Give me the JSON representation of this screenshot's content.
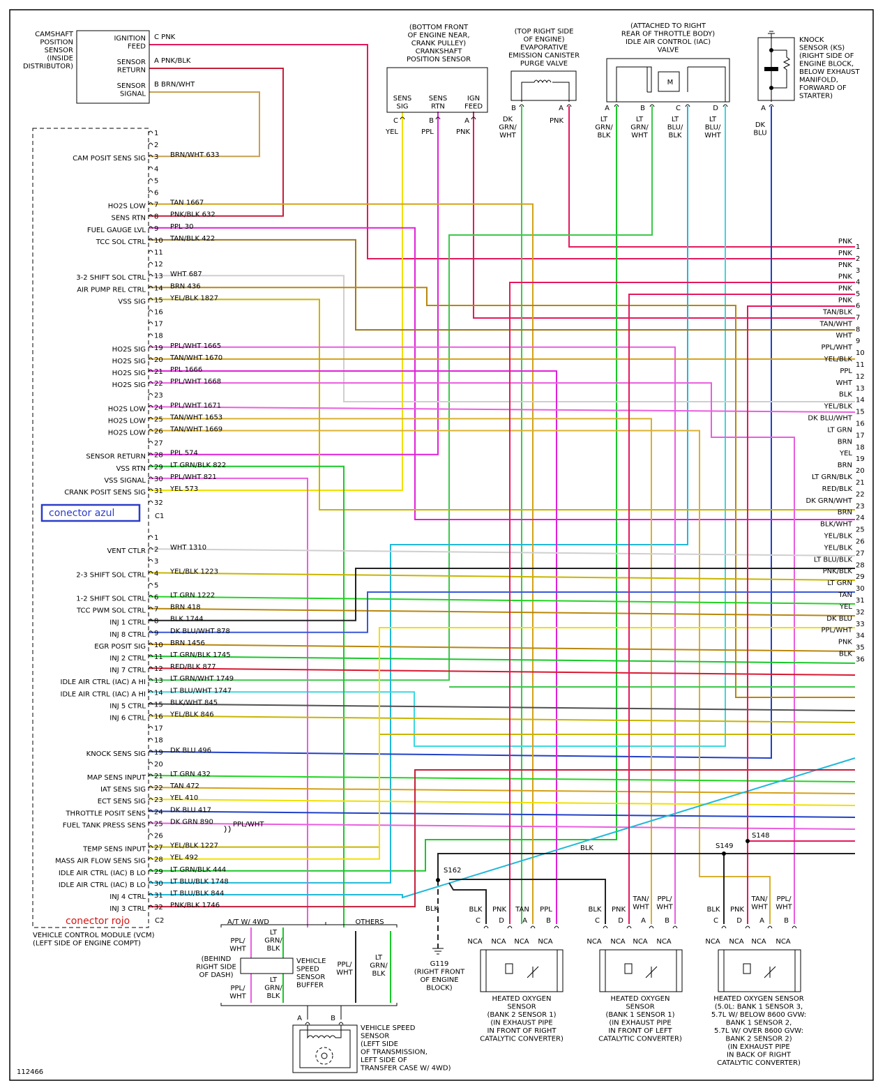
{
  "camshaft": {
    "title": [
      "CAMSHAFT",
      "POSITION",
      "SENSOR",
      "(INSIDE",
      "DISTRIBUTOR)"
    ],
    "pins": [
      [
        "IGNITION",
        "FEED"
      ],
      [
        "SENSOR",
        "RETURN"
      ],
      [
        "SENSOR",
        "SIGNAL"
      ]
    ],
    "wires": [
      "C  PNK",
      "A  PNK/BLK",
      "B  BRN/WHT"
    ]
  },
  "crank": {
    "title": [
      "(BOTTOM FRONT",
      "OF ENGINE NEAR,",
      "CRANK PULLEY)",
      "CRANKSHAFT",
      "POSITION SENSOR"
    ],
    "pins": [
      [
        "SENS",
        "SIG"
      ],
      [
        "SENS",
        "RTN"
      ],
      [
        "IGN",
        "FEED"
      ]
    ],
    "letters": [
      "C",
      "B",
      "A"
    ],
    "colors": [
      [
        "YEL"
      ],
      [
        "PPL"
      ],
      [
        "PNK"
      ]
    ]
  },
  "evap": {
    "title": [
      "(TOP RIGHT SIDE",
      "OF ENGINE)",
      "EVAPORATIVE",
      "EMISSION CANISTER",
      "PURGE VALVE"
    ],
    "letters": [
      "B",
      "A"
    ],
    "colors": [
      [
        "DK",
        "GRN/",
        "WHT"
      ],
      [
        "PNK"
      ]
    ]
  },
  "iac": {
    "title": [
      "(ATTACHED TO RIGHT",
      "REAR OF THROTTLE BODY)",
      "IDLE AIR CONTROL (IAC)",
      "VALVE"
    ],
    "motor": "M",
    "letters": [
      "A",
      "B",
      "C",
      "D"
    ],
    "colors": [
      [
        "LT",
        "GRN/",
        "BLK"
      ],
      [
        "LT",
        "GRN/",
        "WHT"
      ],
      [
        "LT",
        "BLU/",
        "BLK"
      ],
      [
        "LT",
        "BLU/",
        "WHT"
      ]
    ]
  },
  "knock": {
    "title": [
      "KNOCK",
      "SENSOR (KS)",
      "(RIGHT SIDE OF",
      "ENGINE BLOCK,",
      "BELOW EXHAUST",
      "MANIFOLD,",
      "FORWARD OF",
      "STARTER)"
    ],
    "letters": [
      "A"
    ],
    "colors": [
      [
        "DK",
        "BLU"
      ]
    ]
  },
  "vcm": {
    "c1": [
      {
        "n": "1",
        "name": "",
        "wire": ""
      },
      {
        "n": "2",
        "name": "",
        "wire": ""
      },
      {
        "n": "3",
        "name": "CAM POSIT SENS SIG",
        "wire": "BRN/WHT   633"
      },
      {
        "n": "4",
        "name": "",
        "wire": ""
      },
      {
        "n": "5",
        "name": "",
        "wire": ""
      },
      {
        "n": "6",
        "name": "",
        "wire": ""
      },
      {
        "n": "7",
        "name": "HO2S LOW",
        "wire": "TAN  1667"
      },
      {
        "n": "8",
        "name": "SENS RTN",
        "wire": "PNK/BLK   632"
      },
      {
        "n": "9",
        "name": "FUEL GAUGE LVL",
        "wire": "PPL    30"
      },
      {
        "n": "10",
        "name": "TCC SOL CTRL",
        "wire": "TAN/BLK   422"
      },
      {
        "n": "11",
        "name": "",
        "wire": ""
      },
      {
        "n": "12",
        "name": "",
        "wire": ""
      },
      {
        "n": "13",
        "name": "3-2 SHIFT SOL CTRL",
        "wire": "WHT  687"
      },
      {
        "n": "14",
        "name": "AIR PUMP REL CTRL",
        "wire": "BRN  436"
      },
      {
        "n": "15",
        "name": "VSS SIG",
        "wire": "YEL/BLK    1827"
      },
      {
        "n": "16",
        "name": "",
        "wire": ""
      },
      {
        "n": "17",
        "name": "",
        "wire": ""
      },
      {
        "n": "18",
        "name": "",
        "wire": ""
      },
      {
        "n": "19",
        "name": "HO2S SIG",
        "wire": "PPL/WHT    1665"
      },
      {
        "n": "20",
        "name": "HO2S SIG",
        "wire": "TAN/WHT      1670"
      },
      {
        "n": "21",
        "name": "HO2S SIG",
        "wire": "PPL  1666"
      },
      {
        "n": "22",
        "name": "HO2S SIG",
        "wire": "PPL/WHT    1668"
      },
      {
        "n": "23",
        "name": "",
        "wire": ""
      },
      {
        "n": "24",
        "name": "HO2S LOW",
        "wire": "PPL/WHT    1671"
      },
      {
        "n": "25",
        "name": "HO2S LOW",
        "wire": "TAN/WHT    1653"
      },
      {
        "n": "26",
        "name": "HO2S LOW",
        "wire": "TAN/WHT    1669"
      },
      {
        "n": "27",
        "name": "",
        "wire": ""
      },
      {
        "n": "28",
        "name": "SENSOR RETURN",
        "wire": "PPL  574"
      },
      {
        "n": "29",
        "name": "VSS RTN",
        "wire": "LT GRN/BLK      822"
      },
      {
        "n": "30",
        "name": "VSS SIGNAL",
        "wire": "PPL/WHT      821"
      },
      {
        "n": "31",
        "name": "CRANK POSIT SENS SIG",
        "wire": "YEL  573"
      },
      {
        "n": "32",
        "name": "",
        "wire": ""
      }
    ],
    "c1_label": "C1",
    "c2": [
      {
        "n": "1",
        "name": "",
        "wire": ""
      },
      {
        "n": "2",
        "name": "VENT CTLR",
        "wire": "WHT  1310"
      },
      {
        "n": "3",
        "name": "",
        "wire": ""
      },
      {
        "n": "4",
        "name": "2-3 SHIFT SOL CTRL",
        "wire": "YEL/BLK      1223"
      },
      {
        "n": "5",
        "name": "",
        "wire": ""
      },
      {
        "n": "6",
        "name": "1-2 SHIFT SOL CTRL",
        "wire": "LT GRN    1222"
      },
      {
        "n": "7",
        "name": "TCC PWM SOL CTRL",
        "wire": "BRN  418"
      },
      {
        "n": "8",
        "name": "INJ 1 CTRL",
        "wire": "BLK   1744"
      },
      {
        "n": "9",
        "name": "INJ 8 CTRL",
        "wire": "DK BLU/WHT       878"
      },
      {
        "n": "10",
        "name": "EGR POSIT SIG",
        "wire": "BRN   1456"
      },
      {
        "n": "11",
        "name": "INJ 2 CTRL",
        "wire": "LT GRN/BLK        1745"
      },
      {
        "n": "12",
        "name": "INJ 7 CTRL",
        "wire": "RED/BLK      877"
      },
      {
        "n": "13",
        "name": "IDLE AIR CTRL (IAC) A HI",
        "wire": "LT GRN/WHT       1749"
      },
      {
        "n": "14",
        "name": "IDLE AIR CTRL (IAC) A HI",
        "wire": "LT BLU/WHT       1747"
      },
      {
        "n": "15",
        "name": "INJ 5 CTRL",
        "wire": "BLK/WHT      845"
      },
      {
        "n": "16",
        "name": "INJ 6 CTRL",
        "wire": "YEL/BLK      846"
      },
      {
        "n": "17",
        "name": "",
        "wire": ""
      },
      {
        "n": "18",
        "name": "",
        "wire": ""
      },
      {
        "n": "19",
        "name": "KNOCK SENS SIG",
        "wire": "DK BLU     496"
      },
      {
        "n": "20",
        "name": "",
        "wire": ""
      },
      {
        "n": "21",
        "name": "MAP SENS INPUT",
        "wire": "LT GRN     432"
      },
      {
        "n": "22",
        "name": "IAT SENS SIG",
        "wire": "TAN   472"
      },
      {
        "n": "23",
        "name": "ECT SENS SIG",
        "wire": "YEL   410"
      },
      {
        "n": "24",
        "name": "THROTTLE POSIT SENS",
        "wire": "DK BLU    417"
      },
      {
        "n": "25",
        "name": "FUEL TANK PRESS SENS",
        "wire": "DK GRN      890"
      },
      {
        "n": "26",
        "name": "",
        "wire": ""
      },
      {
        "n": "27",
        "name": "TEMP SENS INPUT",
        "wire": "YEL/BLK      1227"
      },
      {
        "n": "28",
        "name": "MASS AIR FLOW SENS SIG",
        "wire": "YEL   492"
      },
      {
        "n": "29",
        "name": "IDLE AIR CTRL (IAC) B LO",
        "wire": "LT GRN/BLK      444"
      },
      {
        "n": "30",
        "name": "IDLE AIR CTRL (IAC) B LO",
        "wire": "LT BLU/BLK      1748"
      },
      {
        "n": "31",
        "name": "INJ 4 CTRL",
        "wire": "LT BLU/BLK      844"
      },
      {
        "n": "32",
        "name": "INJ 3 CTRL",
        "wire": "PNK/BLK       1746"
      }
    ],
    "c2_label": "C2",
    "pin25_extra": "PPL/WHT",
    "footer": [
      "VEHICLE CONTROL MODULE (VCM)",
      "(LEFT SIDE OF ENGINE COMPT)"
    ]
  },
  "annotations": {
    "blue": "conector azul",
    "red": "conector rojo"
  },
  "right_conn": [
    {
      "n": "1",
      "c": "PNK"
    },
    {
      "n": "2",
      "c": "PNK"
    },
    {
      "n": "3",
      "c": "PNK"
    },
    {
      "n": "4",
      "c": "PNK"
    },
    {
      "n": "5",
      "c": "PNK"
    },
    {
      "n": "6",
      "c": "PNK"
    },
    {
      "n": "7",
      "c": "TAN/BLK"
    },
    {
      "n": "8",
      "c": "TAN/WHT"
    },
    {
      "n": "9",
      "c": "WHT"
    },
    {
      "n": "10",
      "c": "PPL/WHT"
    },
    {
      "n": "11",
      "c": "YEL/BLK"
    },
    {
      "n": "12",
      "c": "PPL"
    },
    {
      "n": "13",
      "c": "WHT"
    },
    {
      "n": "14",
      "c": "BLK"
    },
    {
      "n": "15",
      "c": "YEL/BLK"
    },
    {
      "n": "16",
      "c": "DK BLU/WHT"
    },
    {
      "n": "17",
      "c": "LT GRN"
    },
    {
      "n": "18",
      "c": "BRN"
    },
    {
      "n": "19",
      "c": "YEL"
    },
    {
      "n": "20",
      "c": "BRN"
    },
    {
      "n": "21",
      "c": "LT GRN/BLK"
    },
    {
      "n": "22",
      "c": "RED/BLK"
    },
    {
      "n": "23",
      "c": "DK GRN/WHT"
    },
    {
      "n": "24",
      "c": "BRN"
    },
    {
      "n": "25",
      "c": "BLK/WHT"
    },
    {
      "n": "26",
      "c": "YEL/BLK"
    },
    {
      "n": "27",
      "c": "YEL/BLK"
    },
    {
      "n": "28",
      "c": "LT BLU/BLK"
    },
    {
      "n": "29",
      "c": "PNK/BLK"
    },
    {
      "n": "30",
      "c": "LT GRN"
    },
    {
      "n": "31",
      "c": "TAN"
    },
    {
      "n": "32",
      "c": "YEL"
    },
    {
      "n": "33",
      "c": "DK BLU"
    },
    {
      "n": "34",
      "c": "PPL/WHT"
    },
    {
      "n": "35",
      "c": "PNK"
    },
    {
      "n": "36",
      "c": "BLK"
    }
  ],
  "splices": {
    "s148": "S148",
    "s149": "S149",
    "s162": "S162",
    "blk": "BLK"
  },
  "ground": {
    "label": "BLK",
    "id": [
      "G119",
      "(RIGHT FRONT",
      "OF ENGINE",
      "BLOCK)"
    ]
  },
  "o2": [
    {
      "colors": [
        [
          "BLK"
        ],
        [
          "PNK"
        ],
        [
          "TAN"
        ],
        [
          "PPL"
        ]
      ],
      "letters": [
        "C",
        "D",
        "A",
        "B"
      ],
      "nca": [
        "NCA",
        "NCA",
        "NCA",
        "NCA"
      ],
      "title": [
        "HEATED OXYGEN",
        "SENSOR",
        "(BANK 2 SENSOR 1)",
        "(IN EXHAUST PIPE",
        "IN FRONT OF RIGHT",
        "CATALYTIC CONVERTER)"
      ]
    },
    {
      "colors": [
        [
          "BLK"
        ],
        [
          "PNK"
        ],
        [
          "TAN/",
          "WHT"
        ],
        [
          "PPL/",
          "WHT"
        ]
      ],
      "letters": [
        "C",
        "D",
        "A",
        "B"
      ],
      "nca": [
        "NCA",
        "NCA",
        "NCA",
        "NCA"
      ],
      "title": [
        "HEATED OXYGEN",
        "SENSOR",
        "(BANK 1 SENSOR 1)",
        "(IN EXHAUST PIPE",
        "IN FRONT OF LEFT",
        "CATALYTIC CONVERTER)"
      ]
    },
    {
      "colors": [
        [
          "BLK"
        ],
        [
          "PNK"
        ],
        [
          "TAN/",
          "WHT"
        ],
        [
          "PPL/",
          "WHT"
        ]
      ],
      "letters": [
        "C",
        "D",
        "A",
        "B"
      ],
      "nca": [
        "NCA",
        "NCA",
        "NCA",
        "NCA"
      ],
      "title": [
        "HEATED OXYGEN SENSOR",
        "(5.0L: BANK 1 SENSOR 3,",
        "5.7L W/ BELOW 8600 GVW:",
        "BANK 1 SENSOR 2,",
        "5.7L W/ OVER 8600 GVW:",
        "BANK 2 SENSOR 2)",
        "(IN EXHAUST PIPE",
        "IN BACK OF RIGHT",
        "CATALYTIC CONVERTER)"
      ]
    }
  ],
  "vss": {
    "branch_left": "A/T W/ 4WD",
    "branch_right": "OTHERS",
    "top_left": [
      "PPL/",
      "WHT"
    ],
    "top_right": [
      "LT",
      "GRN/",
      "BLK"
    ],
    "bot_left": [
      "PPL/",
      "WHT"
    ],
    "bot_right": [
      "LT",
      "GRN/",
      "BLK"
    ],
    "others_left": [
      "PPL/",
      "WHT"
    ],
    "others_right": [
      "LT",
      "GRN/",
      "BLK"
    ],
    "buffer_loc": [
      "(BEHIND",
      "RIGHT SIDE",
      "OF DASH)"
    ],
    "buffer_name": [
      "VEHICLE",
      "SPEED",
      "SENSOR",
      "BUFFER"
    ],
    "letters": [
      "A",
      "B"
    ],
    "sensor_name": [
      "VEHICLE SPEED",
      "SENSOR",
      "(LEFT SIDE",
      "OF TRANSMISSION,",
      "LEFT SIDE OF",
      "TRANSFER CASE W/ 4WD)"
    ]
  },
  "doc_id": "112466"
}
